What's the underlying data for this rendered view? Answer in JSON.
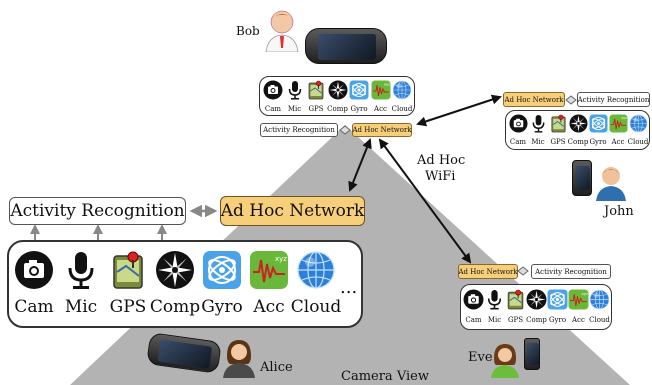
{
  "colors": {
    "adhoc_fill": "#f7cf7a",
    "triangle_gray": "#b3b3b3",
    "arrow": "#111111",
    "connector_gray": "#888888"
  },
  "alice": {
    "activity_recognition": "Activity Recognition",
    "ad_hoc_network": "Ad Hoc Network",
    "sensors": [
      "Cam",
      "Mic",
      "GPS",
      "Comp",
      "Gyro",
      "Acc",
      "Cloud"
    ],
    "ellipsis": "...",
    "name": "Alice"
  },
  "bob": {
    "name": "Bob",
    "activity_recognition": "Activity Recognition",
    "ad_hoc_network": "Ad Hoc Network",
    "sensors": [
      "Cam",
      "Mic",
      "GPS",
      "Comp",
      "Gyro",
      "Acc",
      "Cloud"
    ]
  },
  "john": {
    "name": "John",
    "activity_recognition": "Activity Recognition",
    "ad_hoc_network": "Ad Hoc Network",
    "sensors": [
      "Cam",
      "Mic",
      "GPS",
      "Comp",
      "Gyro",
      "Acc",
      "Cloud"
    ]
  },
  "eve": {
    "name": "Eve",
    "activity_recognition": "Activity Recognition",
    "ad_hoc_network": "Ad Hoc Network",
    "sensors": [
      "Cam",
      "Mic",
      "GPS",
      "Comp",
      "Gyro",
      "Acc",
      "Cloud"
    ]
  },
  "link_label": {
    "line1": "Ad Hoc",
    "line2": "WiFi"
  },
  "camera_view": "Camera View",
  "icons": [
    "camera-icon",
    "microphone-icon",
    "gps-map-icon",
    "compass-icon",
    "gyroscope-icon",
    "accelerometer-icon",
    "cloud-globe-icon"
  ]
}
